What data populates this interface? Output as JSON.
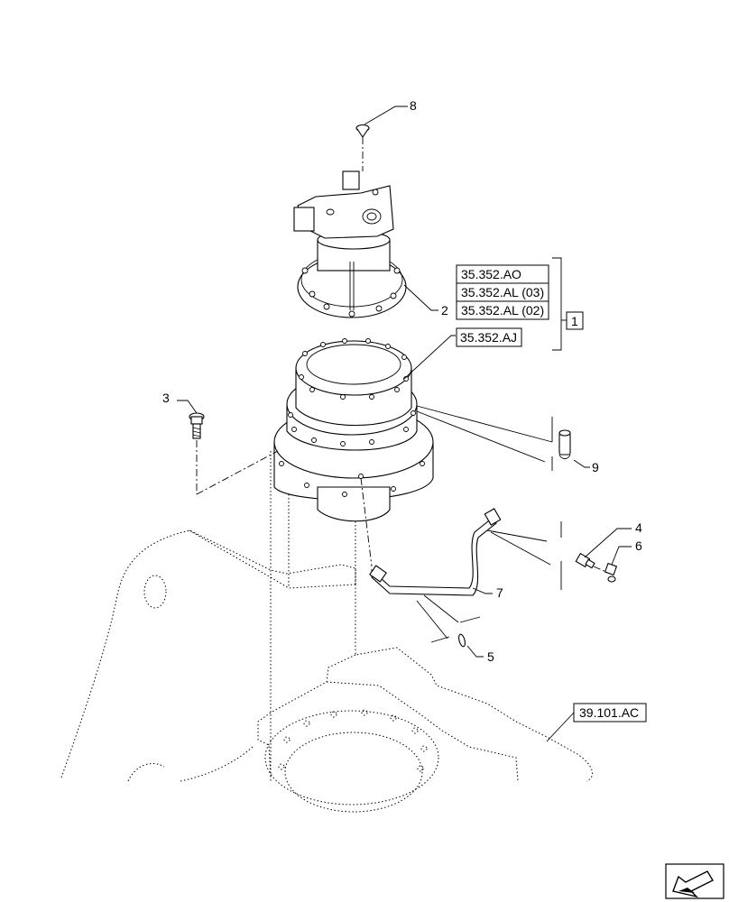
{
  "callouts": {
    "c1": "1",
    "c2": "2",
    "c3": "3",
    "c4": "4",
    "c5": "5",
    "c6": "6",
    "c7": "7",
    "c8": "8",
    "c9": "9"
  },
  "references": {
    "ref_ao": "35.352.AO",
    "ref_al03": "35.352.AL (03)",
    "ref_al02": "35.352.AL (02)",
    "ref_aj": "35.352.AJ",
    "ref_ac": "39.101.AC"
  },
  "nav_icon": "arrow-left-icon"
}
